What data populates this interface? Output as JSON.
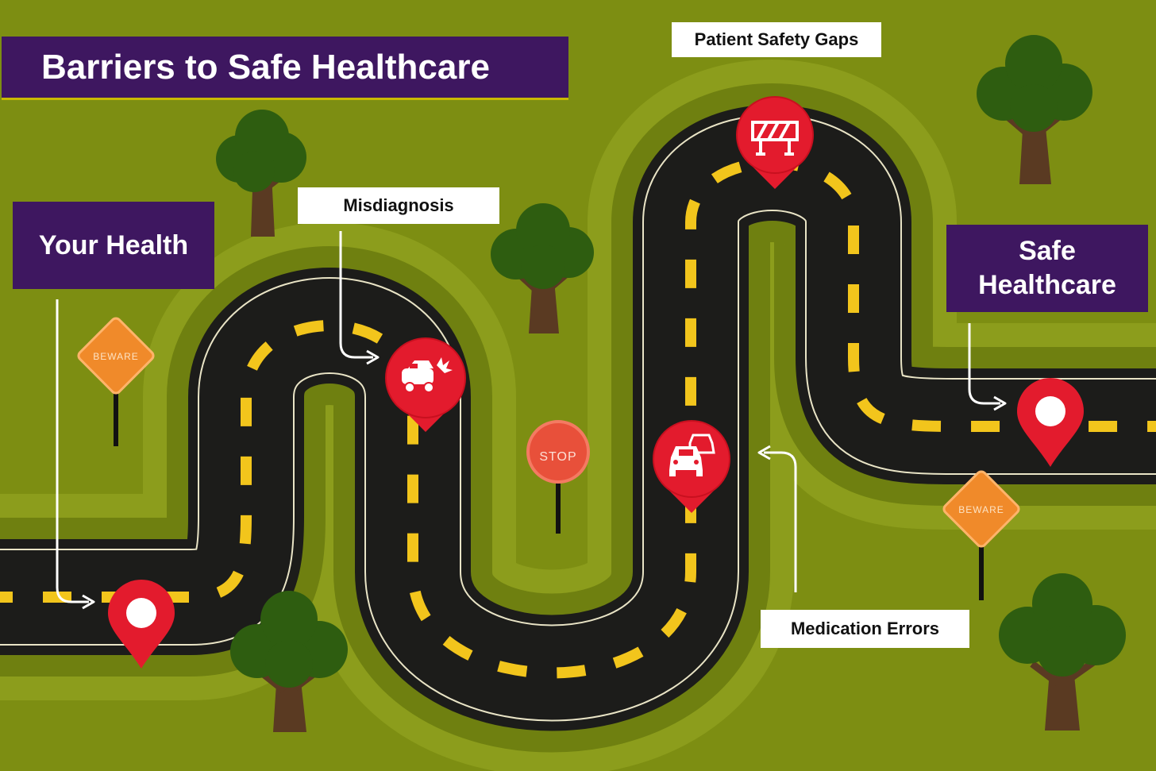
{
  "title": "Barriers to Safe Healthcare",
  "start_label": "Your Health",
  "end_label_line1": "Safe",
  "end_label_line2": "Healthcare",
  "callouts": {
    "misdiagnosis": "Misdiagnosis",
    "patient_safety_gaps": "Patient Safety Gaps",
    "medication_errors": "Medication Errors"
  },
  "signs": {
    "beware_left": "BEWARE",
    "beware_right": "BEWARE",
    "stop": "STOP"
  },
  "icons": {
    "start_pin": "location-pin-icon",
    "end_pin": "location-pin-icon",
    "misdiagnosis": "car-crash-icon",
    "medication_errors": "car-traffic-icon",
    "patient_safety_gaps": "road-barrier-icon"
  },
  "colors": {
    "background": "#7d8e12",
    "road": "#1c1c1a",
    "road_dash": "#f2c51c",
    "banner": "#3e1760",
    "pin": "#e31b2d",
    "sign_orange": "#f08a2a",
    "stop_sign": "#e8503a"
  }
}
